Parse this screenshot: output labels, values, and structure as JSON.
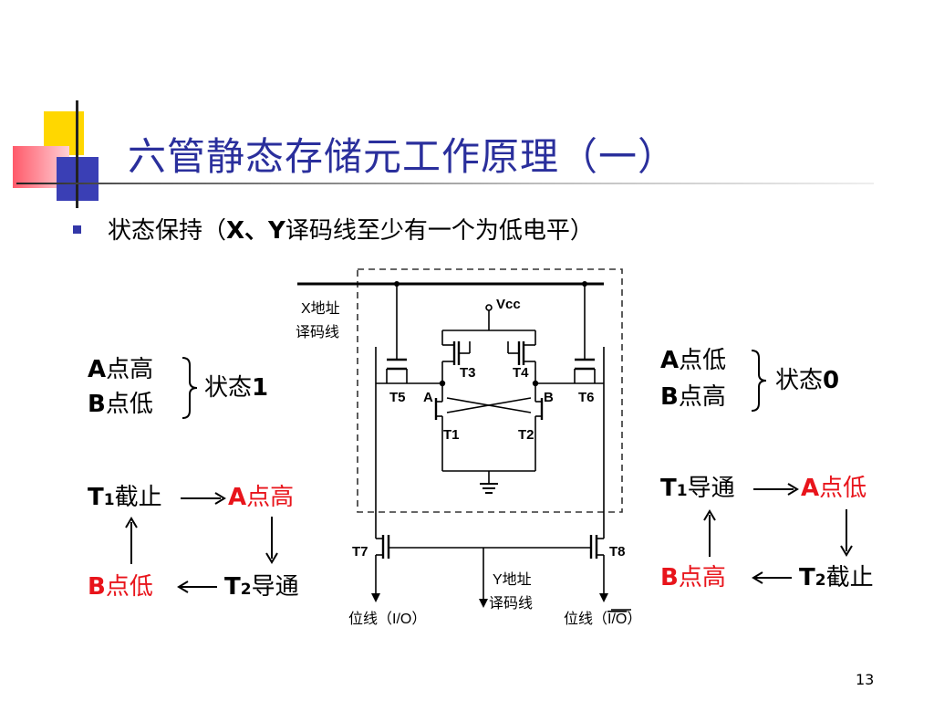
{
  "slide": {
    "title": "六管静态存储元工作原理（一）",
    "bullet_pre": "状态保持（",
    "bullet_bold": "X、Y",
    "bullet_post": "译码线至少有一个为低电平）",
    "page_number": "13"
  },
  "left": {
    "a_letter": "A",
    "a_text": "点高",
    "b_letter": "B",
    "b_text": "点低",
    "state_text": "状态",
    "state_num": "1",
    "t1": "T",
    "t1_sub": "1",
    "t1_text": "截止",
    "a_red": "A",
    "a_red_text": "点高",
    "b_red": "B",
    "b_red_text": "点低",
    "t2": "T",
    "t2_sub": "2",
    "t2_text": "导通"
  },
  "right": {
    "a_letter": "A",
    "a_text": "点低",
    "b_letter": "B",
    "b_text": "点高",
    "state_text": "状态",
    "state_num": "0",
    "t1": "T",
    "t1_sub": "1",
    "t1_text": "导通",
    "a_red": "A",
    "a_red_text": "点低",
    "b_red": "B",
    "b_red_text": "点高",
    "t2": "T",
    "t2_sub": "2",
    "t2_text": "截止"
  },
  "circuit": {
    "x_line_1": "X地址",
    "x_line_2": "译码线",
    "vcc": "Vcc",
    "t3": "T3",
    "t4": "T4",
    "t5": "T5",
    "t6": "T6",
    "t1": "T1",
    "t2": "T2",
    "t7": "T7",
    "t8": "T8",
    "node_a": "A",
    "node_b": "B",
    "y_line_1": "Y地址",
    "y_line_2": "译码线",
    "bitline_left": "位线（I/O）",
    "bitline_right_pre": "位线（",
    "bitline_right_over": "I/O",
    "bitline_right_post": "）"
  },
  "colors": {
    "title": "#2a2f9c",
    "accent_red": "#e8141b",
    "logo_yellow": "#ffd700",
    "logo_blue": "#3a3fb5"
  }
}
